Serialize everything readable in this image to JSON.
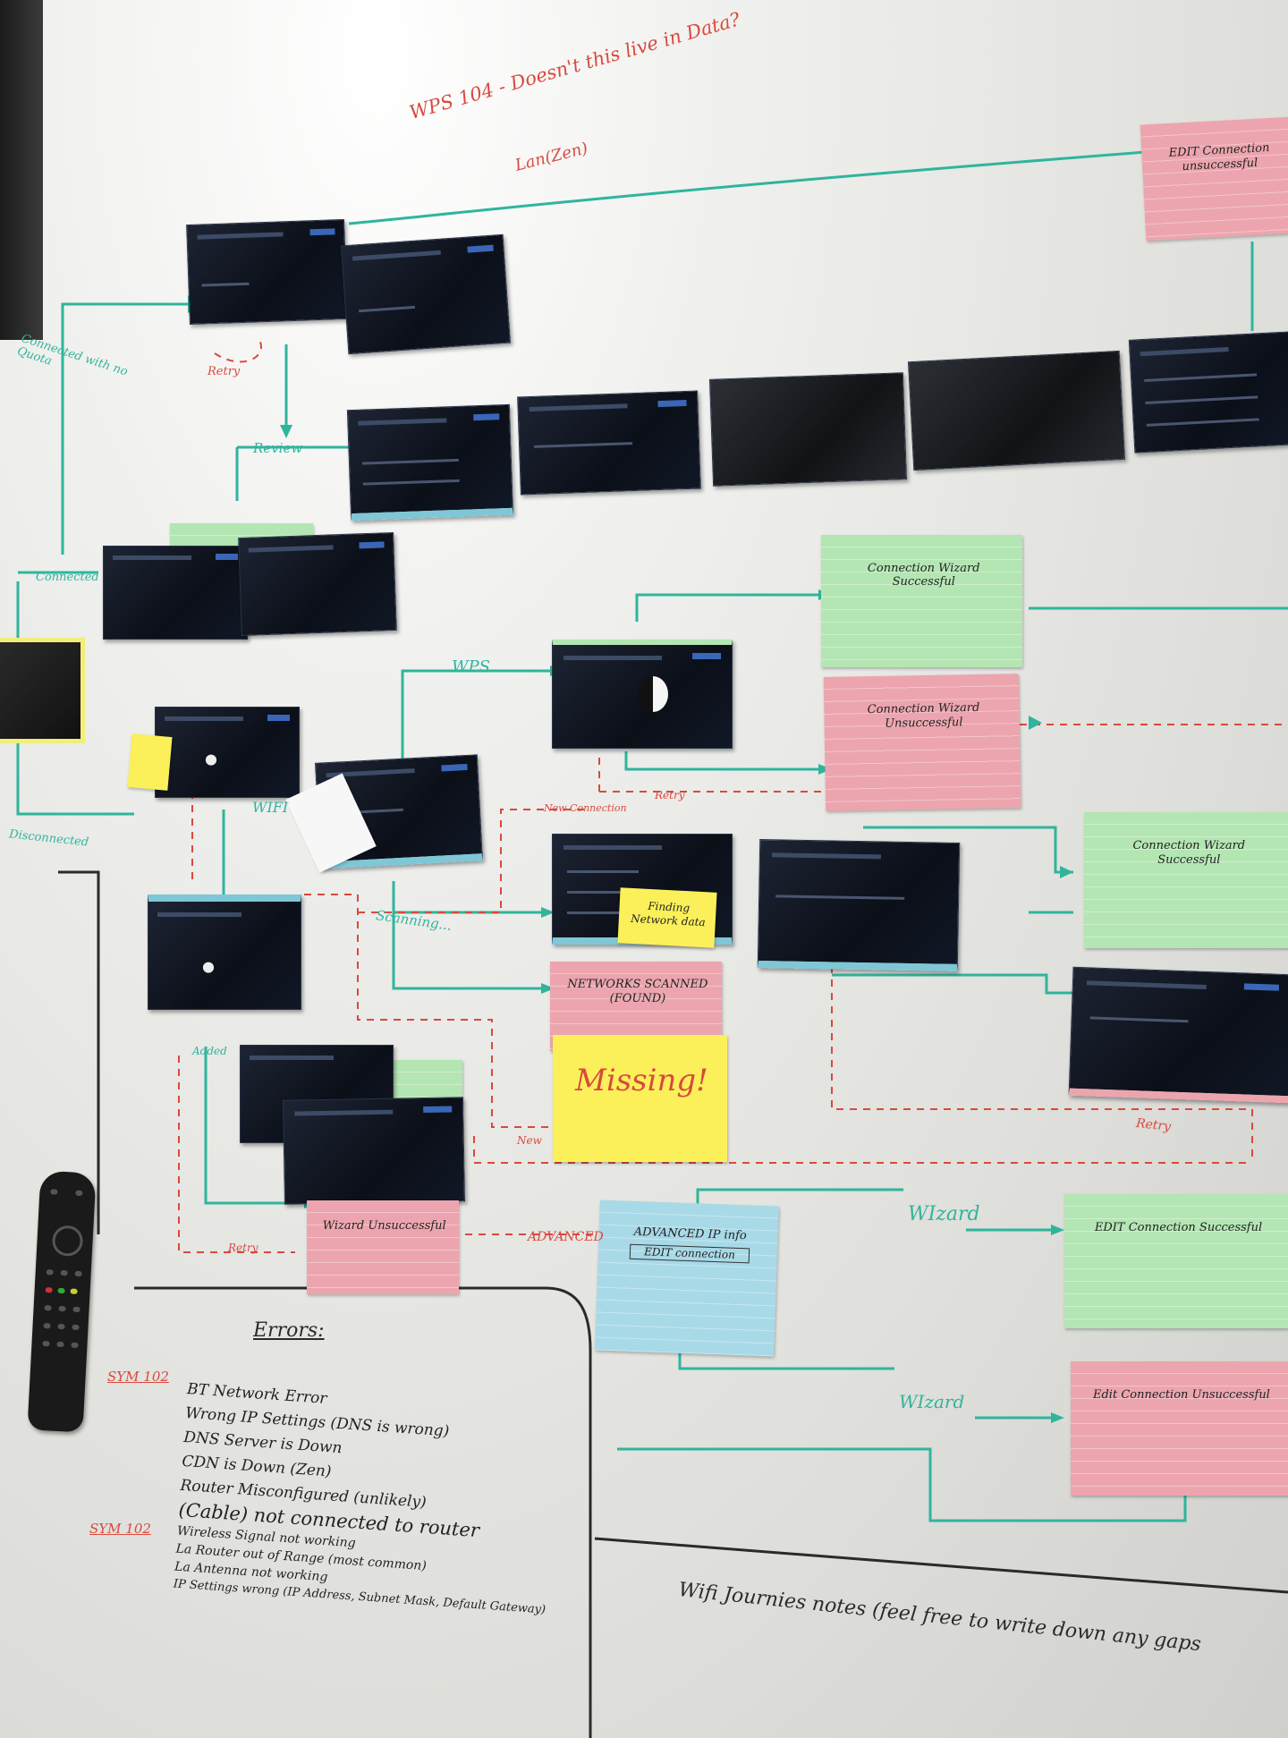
{
  "colors": {
    "marker_teal": "#2fb59c",
    "marker_red": "#d9493e",
    "marker_black": "#2a2a2a",
    "card_green": "#b4e6b3",
    "card_pink": "#eca5ae",
    "card_blue": "#a8d9e7",
    "sticky_yellow": "#fbf05a"
  },
  "top_note": {
    "line1": "WPS 104 - Doesn't this live in Data?",
    "line2": "Lan(Zen)"
  },
  "labels": {
    "retry_top": "Retry",
    "connected_wifi": "Connected with no Quota",
    "review": "Review",
    "connected": "Connected",
    "disconnected": "Disconnected",
    "wps": "WPS",
    "wifi": "WIFI",
    "retry_mid": "Retry",
    "new_connection": "New Connection",
    "scanning": "Scanning...",
    "added": "Added",
    "retry_low": "Retry",
    "new": "New",
    "advanced": "ADVANCED",
    "retry_right": "Retry",
    "wizard1": "WIzard",
    "wizard2": "WIzard"
  },
  "cards": {
    "edit_top": "EDIT Connection unsuccessful",
    "green1": "Connection Wizard Successful",
    "pink1": "Connection Wizard Unsuccessful",
    "green2": "Connection Wizard Successful",
    "networks": "NETWORKS SCANNED (FOUND)",
    "pink_low": "Wizard Unsuccessful",
    "advanced": "ADVANCED IP info",
    "advanced_box": "EDIT connection",
    "edit_success": "EDIT Connection Successful",
    "edit_fail": "Edit Connection Unsuccessful",
    "finding": "Finding Network data",
    "missing": "Missing!"
  },
  "errors": {
    "title": "Errors:",
    "ref1": "SYM 102",
    "ref2": "SYM 102",
    "items": [
      "BT Network Error",
      "Wrong IP Settings (DNS is wrong)",
      "DNS Server is Down",
      "CDN is Down (Zen)",
      "Router Misconfigured (unlikely)",
      "(Cable) not connected to router",
      "Wireless Signal not working",
      "La Router out of Range (most common)",
      "La Antenna not working",
      "IP Settings wrong (IP Address, Subnet Mask, Default Gateway)"
    ]
  },
  "bottom_note": "Wifi Journies notes (feel free to write down any gaps"
}
